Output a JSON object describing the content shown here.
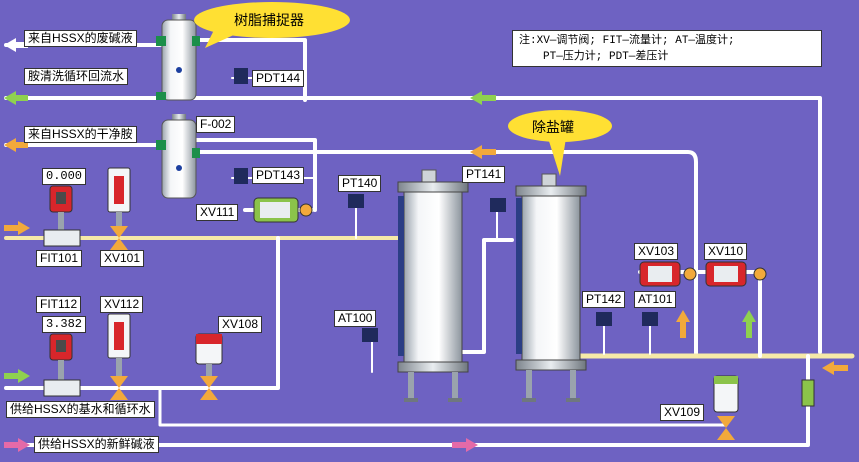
{
  "callouts": {
    "resin_trap": "树脂捕捉器",
    "desalting_tank": "除盐罐"
  },
  "streams": {
    "waste_caustic_in": "来自HSSX的废碱液",
    "amine_wash_return": "胺清洗循环回流水",
    "dry_amine_in": "来自HSSX的干净胺",
    "base_water_supply": "供给HSSX的基水和循环水",
    "fresh_caustic_supply": "供给HSSX的新鲜碱液"
  },
  "legend": {
    "line1": "注:XV—调节阀; FIT—流量计; AT—温度计;",
    "line2": "PT—压力计; PDT—差压计"
  },
  "equipment": {
    "filter": "F-002"
  },
  "instruments": {
    "pdt144": "PDT144",
    "pdt143": "PDT143",
    "pt140": "PT140",
    "pt141": "PT141",
    "pt142": "PT142",
    "at100": "AT100",
    "at101": "AT101",
    "fit101": "FIT101",
    "fit112": "FIT112"
  },
  "valves": {
    "xv101": "XV101",
    "xv111": "XV111",
    "xv112": "XV112",
    "xv108": "XV108",
    "xv103": "XV103",
    "xv110": "XV110",
    "xv109": "XV109"
  },
  "readings": {
    "fit101_value": "0.000",
    "fit112_value": "3.382"
  },
  "colors": {
    "background": "#6e62c2",
    "pipe": "#ffffff",
    "pipe_hot": "#f6e9a8",
    "arrow_orange": "#f2a93b",
    "arrow_green": "#8fd14f",
    "arrow_pink": "#e56aa8",
    "callout": "#ffe033",
    "valve_red": "#d8262b",
    "valve_green": "#8bc34a"
  }
}
